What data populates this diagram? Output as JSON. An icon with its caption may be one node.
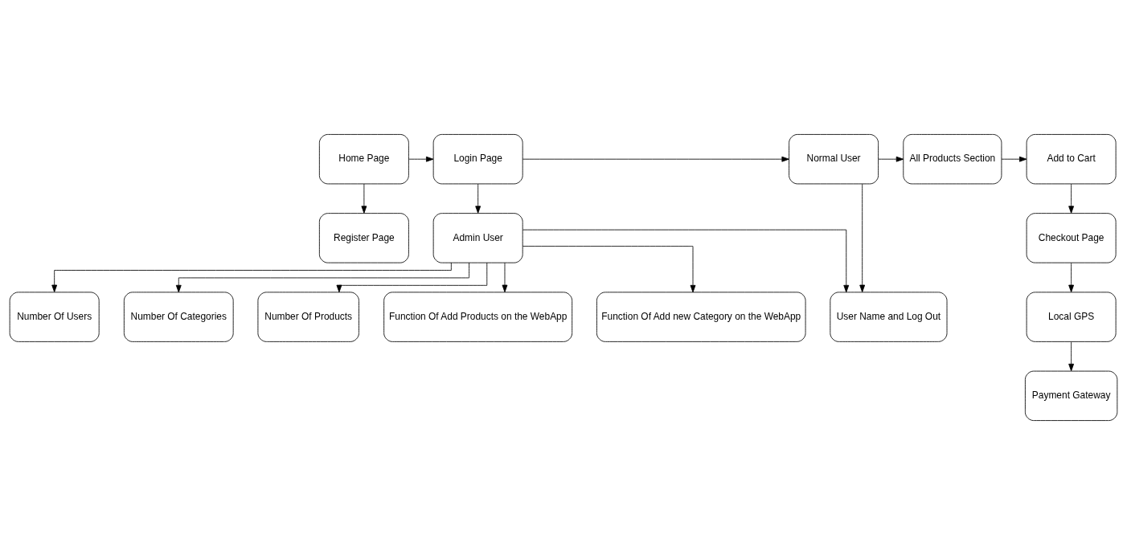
{
  "diagram": {
    "nodes": [
      {
        "text": [
          "Home Page"
        ]
      },
      {
        "text": [
          "Login Page"
        ]
      },
      {
        "text": [
          "Normal User"
        ]
      },
      {
        "text": [
          "All Products Section"
        ]
      },
      {
        "text": [
          "Add to Cart"
        ]
      },
      {
        "text": [
          "User Name and Log Out"
        ]
      },
      {
        "text": [
          "Local GPS"
        ]
      },
      {
        "text": [
          "Checkout Page"
        ]
      },
      {
        "text": [
          "Register Page"
        ]
      },
      {
        "text": [
          "Admin User"
        ]
      },
      {
        "text": [
          "Function Of Add new Category on the WebApp"
        ]
      },
      {
        "text": [
          "Payment Gateway"
        ]
      },
      {
        "text": [
          "Number Of Users"
        ]
      },
      {
        "text": [
          "Number Of Categories"
        ]
      },
      {
        "text": [
          "Number Of Products"
        ]
      },
      {
        "text": [
          "Function Of Add Products on the WebApp"
        ]
      }
    ],
    "edges": [
      {
        "from": 0,
        "to": 1,
        "arrow": "to"
      },
      {
        "from": 1,
        "to": 2,
        "arrow": "to"
      },
      {
        "from": 2,
        "to": 3,
        "arrow": "to"
      },
      {
        "from": 3,
        "to": 4,
        "arrow": "to"
      },
      {
        "from": 0,
        "to": 8,
        "arrow": "to"
      },
      {
        "from": 1,
        "to": 9,
        "arrow": "to"
      },
      {
        "from": 2,
        "to": 5,
        "arrow": "to"
      },
      {
        "from": 4,
        "to": 7,
        "arrow": "to"
      },
      {
        "from": 7,
        "to": 6,
        "arrow": "to"
      },
      {
        "from": 9,
        "to": 5,
        "arrow": "to"
      },
      {
        "from": 9,
        "to": 10,
        "arrow": "to"
      },
      {
        "from": 9,
        "to": 12,
        "arrow": "to"
      },
      {
        "from": 9,
        "to": 13,
        "arrow": "to"
      },
      {
        "from": 9,
        "to": 14,
        "arrow": "to"
      },
      {
        "from": 9,
        "to": 15,
        "arrow": "to"
      },
      {
        "from": 6,
        "to": 11,
        "arrow": "to"
      }
    ]
  }
}
